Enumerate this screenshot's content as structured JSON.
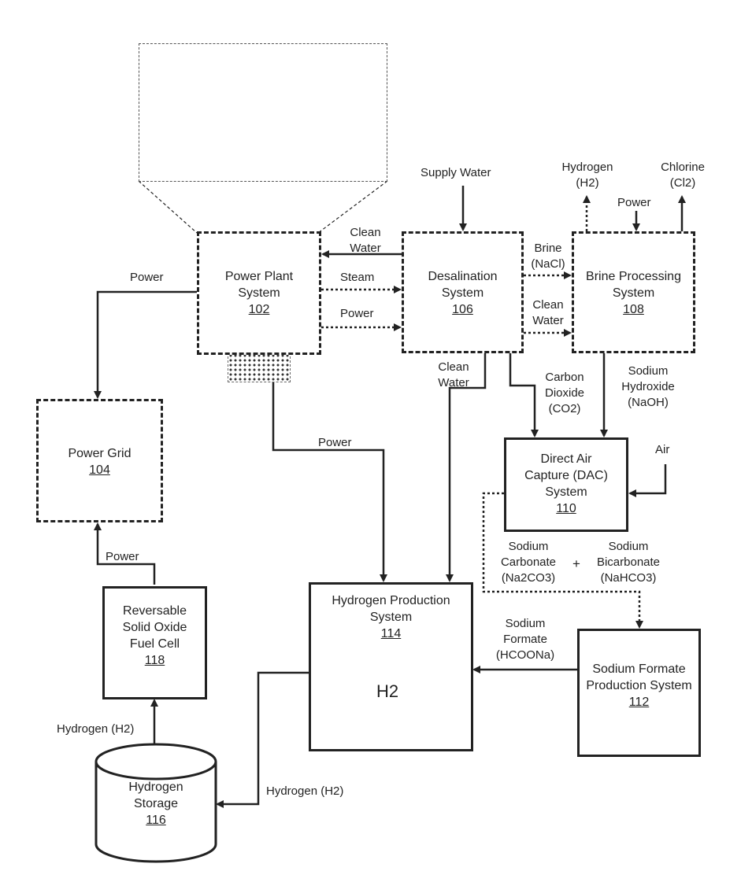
{
  "nodes": {
    "power_plant": {
      "name": "Power Plant System",
      "ref": "102"
    },
    "power_grid": {
      "name": "Power Grid",
      "ref": "104"
    },
    "desalination": {
      "name": "Desalination System",
      "ref": "106"
    },
    "brine_processing": {
      "name": "Brine Processing System",
      "ref": "108"
    },
    "dac": {
      "name": "Direct Air Capture (DAC) System",
      "ref": "110"
    },
    "sodium_formate_prod": {
      "name": "Sodium Formate Production System",
      "ref": "112"
    },
    "hydrogen_production": {
      "name": "Hydrogen Production System",
      "ref": "114",
      "symbol": "H2"
    },
    "hydrogen_storage": {
      "name": "Hydrogen Storage",
      "ref": "116"
    },
    "fuel_cell": {
      "name": "Reversable Solid Oxide Fuel Cell",
      "ref": "118"
    }
  },
  "labels": {
    "supply_water": "Supply Water",
    "hydrogen_h2_top": "Hydrogen (H2)",
    "chlorine": "Chlorine (Cl2)",
    "power_to_brine": "Power",
    "clean_water_back": "Clean Water",
    "steam": "Steam",
    "power_to_desal": "Power",
    "brine": "Brine (NaCl)",
    "clean_water_to_brine": "Clean Water",
    "power_to_grid": "Power",
    "clean_water_to_h2": "Clean Water",
    "co2": "Carbon Dioxide (CO2)",
    "naoh": "Sodium Hydroxide (NaOH)",
    "air": "Air",
    "power_to_h2": "Power",
    "sodium_carbonate": "Sodium Carbonate (Na2CO3)",
    "plus": "+",
    "sodium_bicarbonate": "Sodium Bicarbonate (NaHCO3)",
    "sodium_formate": "Sodium Formate (HCOONa)",
    "power_fc_to_grid": "Power",
    "hydrogen_to_fc": "Hydrogen (H2)",
    "hydrogen_to_storage": "Hydrogen (H2)"
  }
}
